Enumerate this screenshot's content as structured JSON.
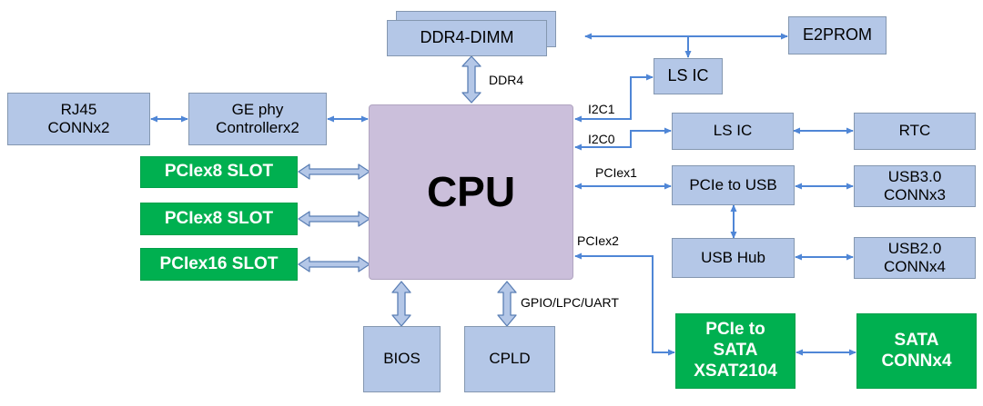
{
  "cpu": "CPU",
  "memory": {
    "dimm": "DDR4-DIMM",
    "bus": "DDR4"
  },
  "i2c": {
    "i2c1": "I2C1",
    "i2c0": "I2C0",
    "ls_ic_top": "LS IC",
    "e2prom": "E2PROM",
    "ls_ic_mid": "LS IC",
    "rtc": "RTC"
  },
  "network": {
    "rj45": [
      "RJ45",
      "CONNx2"
    ],
    "ge_phy": [
      "GE phy",
      "Controllerx2"
    ]
  },
  "slots": [
    "PCIex8 SLOT",
    "PCIex8 SLOT",
    "PCIex16 SLOT"
  ],
  "usb": {
    "bus": "PCIex1",
    "bridge": "PCIe to USB",
    "usb3": [
      "USB3.0",
      "CONNx3"
    ],
    "hub": "USB Hub",
    "usb2": [
      "USB2.0",
      "CONNx4"
    ]
  },
  "sata": {
    "bus": "PCIex2",
    "bridge": [
      "PCIe to",
      "SATA",
      "XSAT2104"
    ],
    "conn": [
      "SATA",
      "CONNx4"
    ]
  },
  "bottom": {
    "bios": "BIOS",
    "cpld": "CPLD",
    "bus": "GPIO/LPC/UART"
  },
  "colors": {
    "block_fill": "#b4c7e7",
    "slot_fill": "#00b050",
    "cpu_fill": "#cbbfdb",
    "link": "#4f86d6",
    "fat_arrow": "#b4c7e7"
  }
}
